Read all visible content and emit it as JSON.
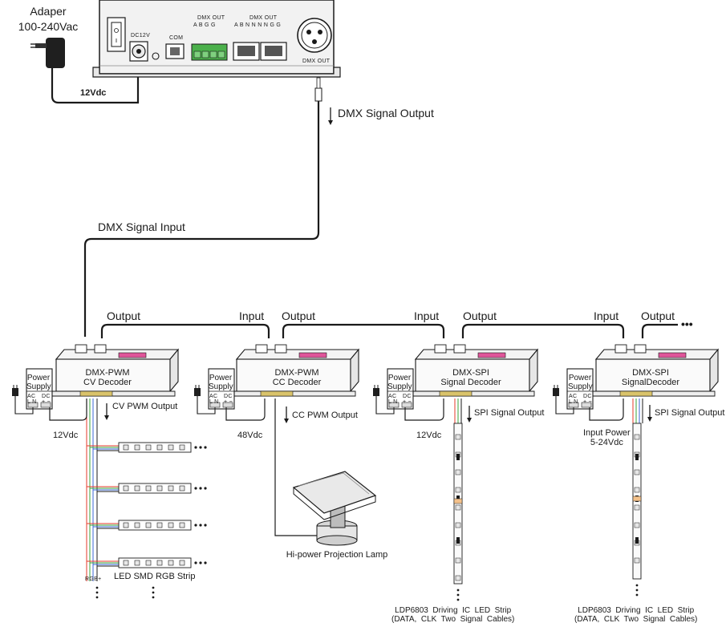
{
  "adapter": {
    "title": "Adaper",
    "rating": "100-240Vac",
    "output": "12Vdc"
  },
  "controller": {
    "port_dc": "DC12V",
    "port_com": "COM",
    "port_dmx_out_a": "DMX OUT",
    "port_dmx_out_a_pins": "A  B  G  G",
    "port_dmx_out_b": "DMX OUT",
    "port_dmx_out_b_pins": "A  B  N  N  N  N  G  G",
    "port_dmx_xlr": "DMX OUT"
  },
  "signals": {
    "dmx_output": "DMX Signal Output",
    "dmx_input": "DMX Signal Input",
    "input": "Input",
    "output": "Output",
    "more": "•••"
  },
  "decoders": [
    {
      "name": "DMX-PWM",
      "type": "CV Decoder",
      "psu": "Power Supply",
      "psu_ac": "AC\nL N",
      "psu_dc": "DC\n+ −",
      "supply_voltage": "12Vdc",
      "output_label": "CV PWM Output"
    },
    {
      "name": "DMX-PWM",
      "type": "CC Decoder",
      "psu": "Power Supply",
      "psu_ac": "AC\nL N",
      "psu_dc": "DC\n+ −",
      "supply_voltage": "48Vdc",
      "output_label": "CC PWM Output"
    },
    {
      "name": "DMX-SPI",
      "type": "Signal Decoder",
      "psu": "Power Supply",
      "psu_ac": "AC\nL N",
      "psu_dc": "DC\n+ −",
      "supply_voltage": "12Vdc",
      "output_label": "SPI Signal Output"
    },
    {
      "name": "DMX-SPI",
      "type": "SignalDecoder",
      "psu": "Power Supply",
      "psu_ac": "AC\nL N",
      "psu_dc": "DC\n+ −",
      "supply_voltage": "Input Power\n5-24Vdc",
      "output_label": "SPI Signal Output"
    }
  ],
  "loads": {
    "rgb_strip": "LED  SMD  RGB  Strip",
    "rgb_wires": "RGB+",
    "lamp": "Hi-power  Projection  Lamp",
    "spi_strip_1": "LDP6803  Driving  IC  LED  Strip\n(DATA,  CLK  Two  Signal  Cables)",
    "spi_strip_2": "LDP6803  Driving  IC  LED  Strip\n(DATA,  CLK  Two  Signal  Cables)"
  },
  "colors": {
    "line": "#1a1a1a",
    "rgb_red": "#e63a2a",
    "rgb_green": "#3aa33a",
    "rgb_blue": "#3a66d6",
    "dip_pink": "#e0559a",
    "terminal_green": "#4bb04b"
  }
}
